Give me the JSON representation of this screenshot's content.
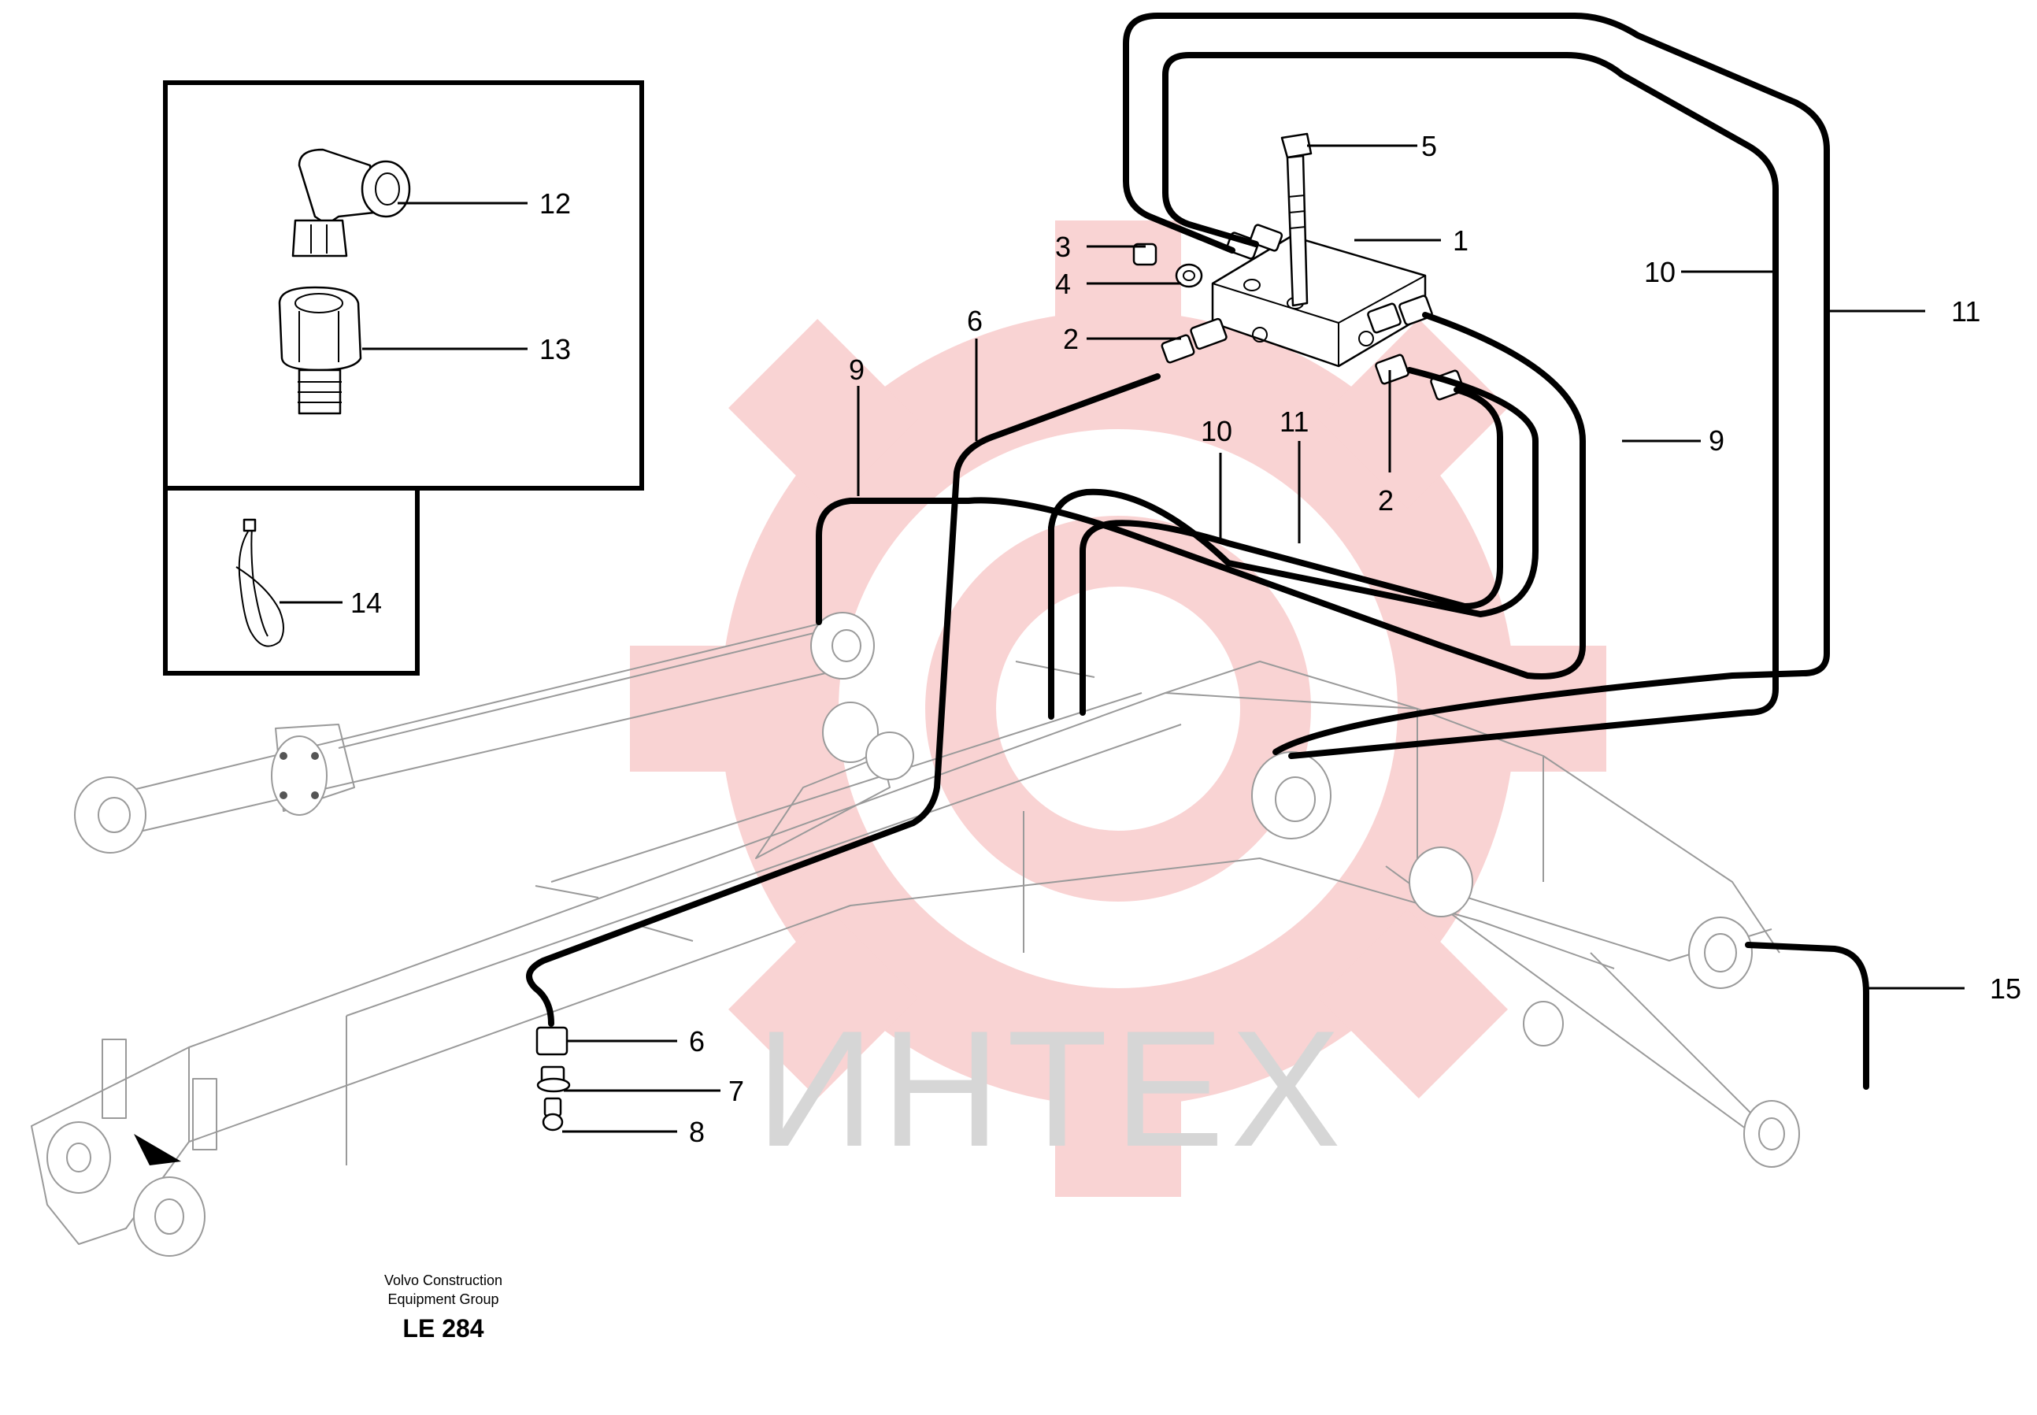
{
  "callouts": {
    "c1": "1",
    "c2a": "2",
    "c2b": "2",
    "c3": "3",
    "c4": "4",
    "c5": "5",
    "c6a": "6",
    "c6b": "6",
    "c7": "7",
    "c8": "8",
    "c9a": "9",
    "c9b": "9",
    "c10a": "10",
    "c10b": "10",
    "c11a": "11",
    "c11b": "11",
    "c12": "12",
    "c13": "13",
    "c14": "14",
    "c15": "15"
  },
  "footer": {
    "company_line1": "Volvo Construction",
    "company_line2": "Equipment Group",
    "drawing_code": "LE 284"
  },
  "watermark": {
    "text": "ИНТЕХ",
    "color": "#e63a3a"
  }
}
